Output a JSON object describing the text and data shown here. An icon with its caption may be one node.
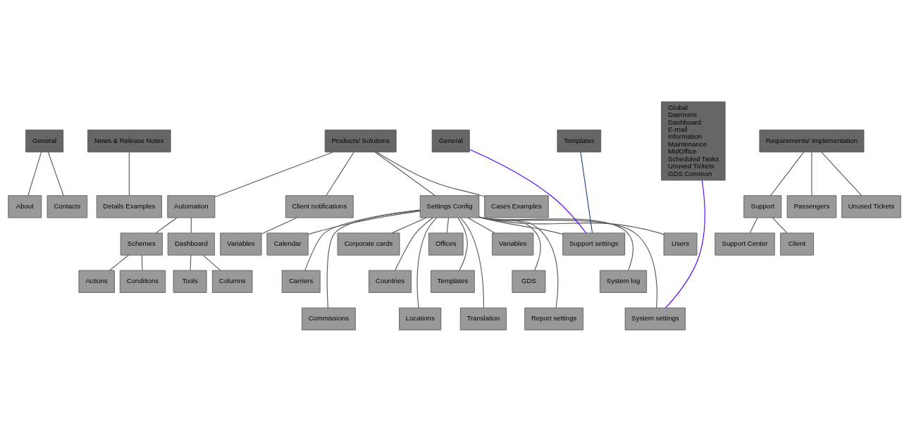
{
  "diagram": {
    "nodes": [
      {
        "text": [
          "General"
        ]
      },
      {
        "text": [
          "News & Release Notes"
        ]
      },
      {
        "text": [
          "Products/ Solutions"
        ]
      },
      {
        "text": [
          "Requirements/ Implementation"
        ]
      },
      {
        "text": [
          "About"
        ]
      },
      {
        "text": [
          "Contacts"
        ]
      },
      {
        "text": [
          "Details Examples"
        ]
      },
      {
        "text": [
          "Automation"
        ]
      },
      {
        "text": [
          "Client notifications"
        ]
      },
      {
        "text": [
          "Settings Config"
        ]
      },
      {
        "text": [
          "Cases Examples"
        ]
      },
      {
        "text": [
          "Support"
        ]
      },
      {
        "text": [
          "Passengers"
        ]
      },
      {
        "text": [
          "Unused Tickets"
        ]
      },
      {
        "text": [
          "Schemes"
        ]
      },
      {
        "text": [
          "Dashboard"
        ]
      },
      {
        "text": [
          "Variables"
        ]
      },
      {
        "text": [
          "Calendar"
        ]
      },
      {
        "text": [
          "Carriers"
        ]
      },
      {
        "text": [
          "Commissions"
        ]
      },
      {
        "text": [
          "Corporate cards"
        ]
      },
      {
        "text": [
          "Countries"
        ]
      },
      {
        "text": [
          "Locations"
        ]
      },
      {
        "text": [
          "Offices"
        ]
      },
      {
        "text": [
          "Templates"
        ]
      },
      {
        "text": [
          "Translation"
        ]
      },
      {
        "text": [
          "Variables"
        ]
      },
      {
        "text": [
          "GDS"
        ]
      },
      {
        "text": [
          "Report settings"
        ]
      },
      {
        "text": [
          "Support settings"
        ]
      },
      {
        "text": [
          "System log"
        ]
      },
      {
        "text": [
          "System settings"
        ]
      },
      {
        "text": [
          "Users"
        ]
      },
      {
        "text": [
          "Support Center"
        ]
      },
      {
        "text": [
          "Client"
        ]
      },
      {
        "text": [
          "Actions"
        ]
      },
      {
        "text": [
          "Conditions"
        ]
      },
      {
        "text": [
          "Tools"
        ]
      },
      {
        "text": [
          "Columns"
        ]
      },
      {
        "text": [
          "General"
        ]
      },
      {
        "text": [
          "Templates"
        ]
      },
      {
        "text": [
          "Global",
          "Daemons",
          "Dashboard",
          "E-mail",
          "Information",
          "Maintenance",
          "MidOffice",
          "Scheduled Tasks",
          "Unused Tickets",
          "GDS Common"
        ]
      }
    ],
    "edges": [
      {
        "from": 0,
        "to": 4,
        "arrow": "none"
      },
      {
        "from": 0,
        "to": 5,
        "arrow": "none"
      },
      {
        "from": 1,
        "to": 6,
        "arrow": "none"
      },
      {
        "from": 2,
        "to": 7,
        "arrow": "none"
      },
      {
        "from": 2,
        "to": 8,
        "arrow": "none"
      },
      {
        "from": 2,
        "to": 9,
        "arrow": "none"
      },
      {
        "from": 2,
        "to": 10,
        "arrow": "none"
      },
      {
        "from": 3,
        "to": 11,
        "arrow": "none"
      },
      {
        "from": 3,
        "to": 12,
        "arrow": "none"
      },
      {
        "from": 3,
        "to": 13,
        "arrow": "none"
      },
      {
        "from": 7,
        "to": 14,
        "arrow": "none"
      },
      {
        "from": 7,
        "to": 15,
        "arrow": "none"
      },
      {
        "from": 8,
        "to": 16,
        "arrow": "none"
      },
      {
        "from": 9,
        "to": 17,
        "arrow": "none"
      },
      {
        "from": 9,
        "to": 18,
        "arrow": "none"
      },
      {
        "from": 9,
        "to": 19,
        "arrow": "none"
      },
      {
        "from": 9,
        "to": 20,
        "arrow": "none"
      },
      {
        "from": 9,
        "to": 21,
        "arrow": "none"
      },
      {
        "from": 9,
        "to": 22,
        "arrow": "none"
      },
      {
        "from": 9,
        "to": 23,
        "arrow": "none"
      },
      {
        "from": 9,
        "to": 24,
        "arrow": "none"
      },
      {
        "from": 9,
        "to": 25,
        "arrow": "none"
      },
      {
        "from": 9,
        "to": 26,
        "arrow": "none"
      },
      {
        "from": 9,
        "to": 27,
        "arrow": "none"
      },
      {
        "from": 9,
        "to": 28,
        "arrow": "none"
      },
      {
        "from": 9,
        "to": 29,
        "arrow": "none"
      },
      {
        "from": 9,
        "to": 30,
        "arrow": "none"
      },
      {
        "from": 9,
        "to": 31,
        "arrow": "none"
      },
      {
        "from": 9,
        "to": 32,
        "arrow": "none"
      },
      {
        "from": 11,
        "to": 33,
        "arrow": "none"
      },
      {
        "from": 11,
        "to": 34,
        "arrow": "none"
      },
      {
        "from": 14,
        "to": 35,
        "arrow": "none"
      },
      {
        "from": 14,
        "to": 36,
        "arrow": "none"
      },
      {
        "from": 15,
        "to": 37,
        "arrow": "none"
      },
      {
        "from": 15,
        "to": 38,
        "arrow": "none"
      },
      {
        "from": 29,
        "to": 39,
        "arrow": "none",
        "color": "#5500ff"
      },
      {
        "from": 29,
        "to": 40,
        "arrow": "none",
        "color": "#1c4587"
      },
      {
        "from": 31,
        "to": 41,
        "arrow": "none",
        "color": "#5500ff"
      }
    ]
  }
}
